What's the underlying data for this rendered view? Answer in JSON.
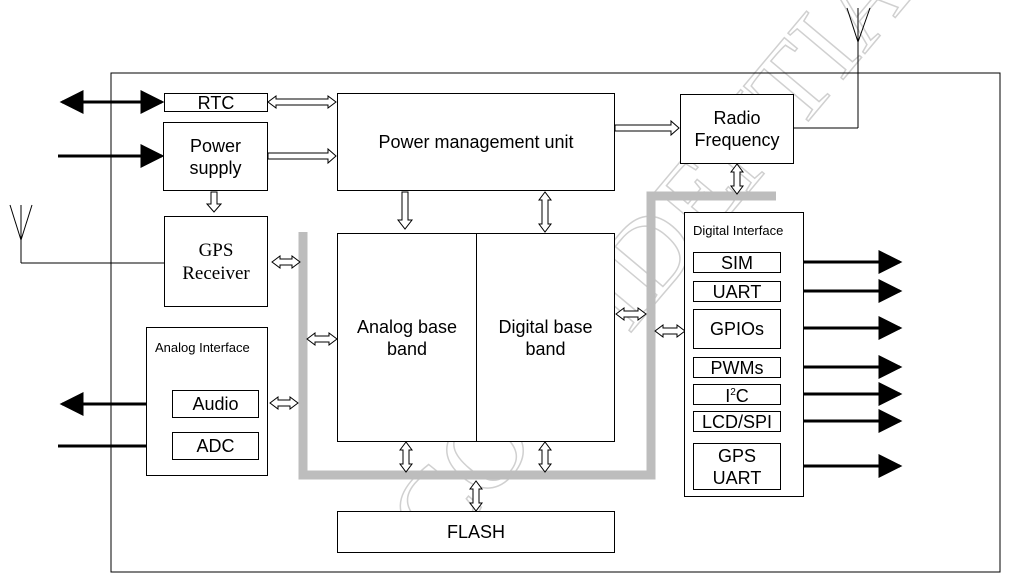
{
  "blocks": {
    "rtc": "RTC",
    "power_supply": "Power\nsupply",
    "pmu": "Power management unit",
    "radio": "Radio\nFrequency",
    "gps_receiver": "GPS\nReceiver",
    "analog_baseband": "Analog base\nband",
    "digital_baseband": "Digital base\nband",
    "flash": "FLASH"
  },
  "analog_interface": {
    "title": "Analog Interface",
    "items": [
      "Audio",
      "ADC"
    ]
  },
  "digital_interface": {
    "title": "Digital Interface",
    "items": [
      "SIM",
      "UART",
      "GPIOs",
      "PWMs",
      "I",
      "2",
      "C",
      "LCD/SPI",
      "GPS\nUART"
    ]
  },
  "watermark": "CONFIDENTIAL FILE",
  "colors": {
    "bus": "#bdbdbd",
    "watermark": "#d8d8d8",
    "line": "#000000"
  }
}
